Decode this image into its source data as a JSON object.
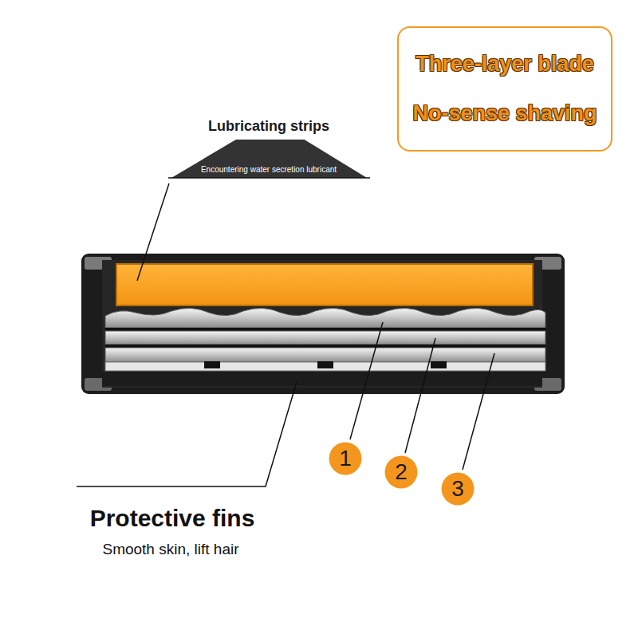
{
  "diagram": {
    "nodes": [
      {
        "text": [
          "Three-layer blade",
          "No-sense shaving"
        ]
      },
      {
        "text": [
          "Lubricating strips",
          "Encountering water secretion lubricant"
        ]
      },
      {
        "text": [
          "1"
        ]
      },
      {
        "text": [
          "2"
        ]
      },
      {
        "text": [
          "3"
        ]
      }
    ],
    "labels": [
      "Protective fins",
      "Smooth skin, lift hair"
    ]
  }
}
